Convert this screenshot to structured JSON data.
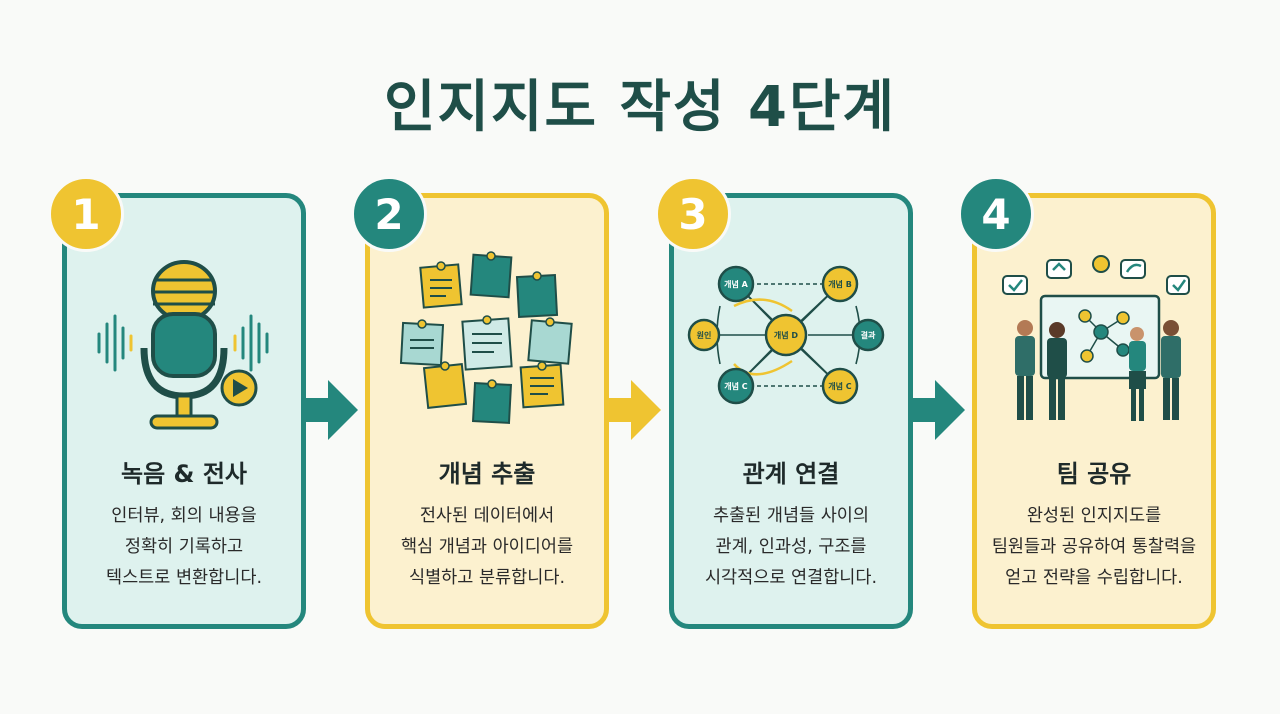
{
  "title": "인지지도 작성 4단계",
  "steps": [
    {
      "number": "1",
      "title": "녹음 & 전사",
      "lines": [
        "인터뷰, 회의 내용을",
        "정확히 기록하고",
        "텍스트로 변환합니다."
      ]
    },
    {
      "number": "2",
      "title": "개념 추출",
      "lines": [
        "전사된 데이터에서",
        "핵심 개념과 아이디어를",
        "식별하고 분류합니다."
      ]
    },
    {
      "number": "3",
      "title": "관계 연결",
      "lines": [
        "추출된 개념들 사이의",
        "관계, 인과성, 구조를",
        "시각적으로 연결합니다."
      ]
    },
    {
      "number": "4",
      "title": "팀 공유",
      "lines": [
        "완성된 인지지도를",
        "팀원들과 공유하여 통찰력을",
        "얻고 전략을 수립합니다."
      ]
    }
  ],
  "diagram_nodes": {
    "a": "개념 A",
    "b": "개념 B",
    "c": "개념 C",
    "d": "개념 D",
    "left": "원인",
    "right": "결과"
  },
  "colors": {
    "teal": "#24877d",
    "yellow": "#efc431",
    "dark": "#1f4e48",
    "teal_bg": "#def2ee",
    "yellow_bg": "#fcf1cf"
  }
}
